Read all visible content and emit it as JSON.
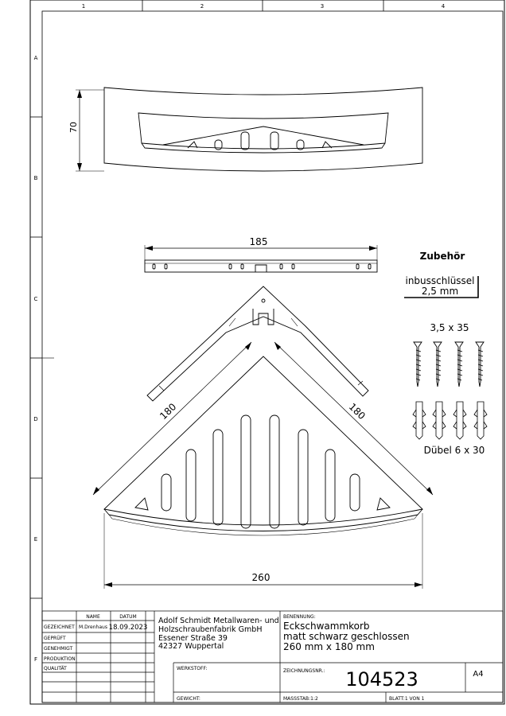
{
  "grid": {
    "columns": [
      "1",
      "2",
      "3",
      "4"
    ],
    "rows": [
      "A",
      "B",
      "C",
      "D",
      "E",
      "F"
    ]
  },
  "dimensions": {
    "height": "70",
    "rail_length": "185",
    "side_left": "180",
    "side_right": "180",
    "width": "260"
  },
  "accessories": {
    "title": "Zubehör",
    "allen_key_line1": "inbusschlüssel",
    "allen_key_line2": "2,5 mm",
    "screws_label": "3,5 x 35",
    "dowels_label": "Dübel 6 x 30"
  },
  "title_block": {
    "head_name": "NAME",
    "head_date": "DATUM",
    "row_drawn": "GEZEICHNET",
    "row_checked": "GEPRÜFT",
    "row_approved": "GENEHMIGT",
    "row_production": "PRODUKTION",
    "row_quality": "QUALITÄT",
    "drawn_name": "M.Drenhaus",
    "drawn_date": "18.09.2023",
    "company_line1": "Adolf Schmidt Metallwaren- und",
    "company_line2": "Holzschraubenfabrik GmbH",
    "company_line3": "Essener Straße 39",
    "company_line4": "42327 Wuppertal",
    "naming_label": "BENENNUNG:",
    "naming_line1": "Eckschwammkorb",
    "naming_line2": "matt schwarz geschlossen",
    "naming_line3": "260 mm x 180 mm",
    "material_label": "WERKSTOFF:",
    "drawing_no_label": "ZEICHNUNGSNR.:",
    "drawing_no": "104523",
    "format": "A4",
    "weight_label": "GEWICHT:",
    "scale": "MASSSTAB:1:2",
    "sheet": "BLATT:1 VON 1"
  }
}
